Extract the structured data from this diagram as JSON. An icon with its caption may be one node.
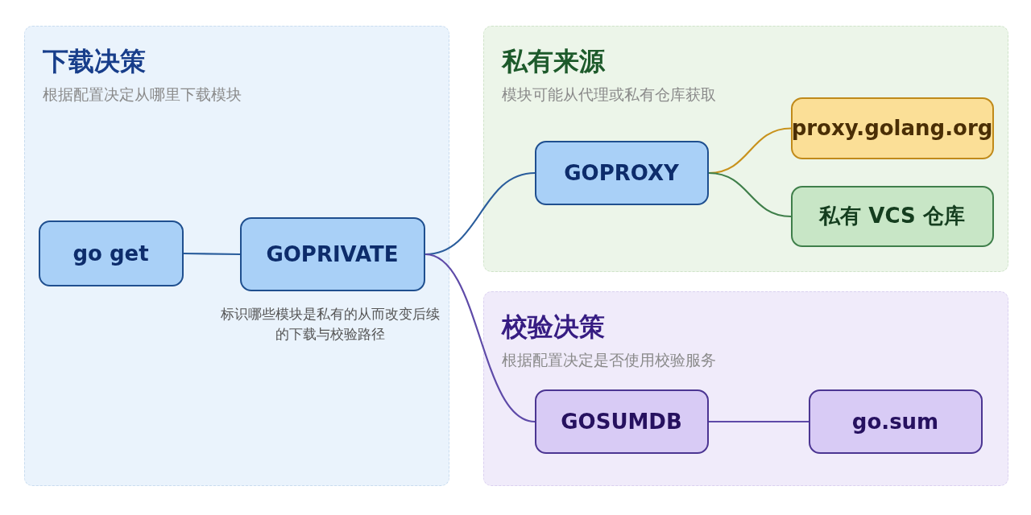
{
  "diagram": {
    "nodes": [
      {
        "text": [
          "下载决策",
          "根据配置决定从哪里下载模块"
        ]
      },
      {
        "text": [
          "私有来源",
          "模块可能从代理或私有仓库获取"
        ]
      },
      {
        "text": [
          "校验决策",
          "根据配置决定是否使用校验服务"
        ]
      },
      {
        "text": [
          "go get"
        ],
        "in": 0
      },
      {
        "text": [
          "GOPRIVATE"
        ],
        "in": 0,
        "beside": [
          "标识哪些模块是私有的从而改变后续的下载与校验路径"
        ]
      },
      {
        "text": [
          "GOPROXY"
        ],
        "in": 1
      },
      {
        "text": [
          "proxy.golang.org"
        ],
        "in": 1
      },
      {
        "text": [
          "私有 VCS 仓库"
        ],
        "in": 1
      },
      {
        "text": [
          "GOSUMDB"
        ],
        "in": 2
      },
      {
        "text": [
          "go.sum"
        ],
        "in": 2
      }
    ],
    "edges": [
      {
        "from": 3,
        "to": 4,
        "arrow": "none"
      },
      {
        "from": 4,
        "to": 5,
        "arrow": "none"
      },
      {
        "from": 4,
        "to": 8,
        "arrow": "none",
        "color": "#5e4aa8"
      },
      {
        "from": 5,
        "to": 6,
        "arrow": "none",
        "color": "#c8921c"
      },
      {
        "from": 5,
        "to": 7,
        "arrow": "none",
        "color": "#3f7f4a"
      },
      {
        "from": 8,
        "to": 9,
        "arrow": "none",
        "color": "#5e4aa8"
      }
    ]
  }
}
